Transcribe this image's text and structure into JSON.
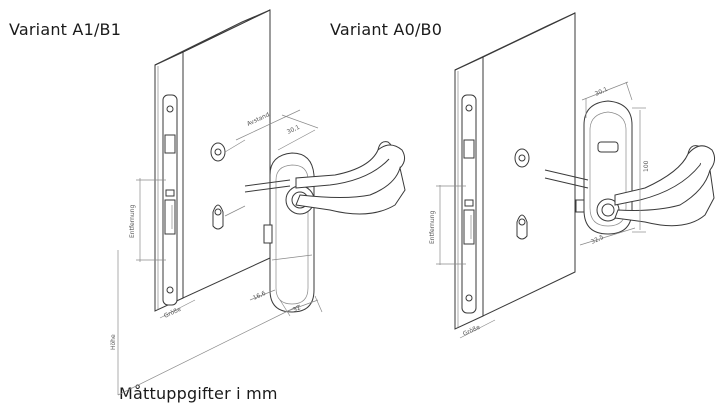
{
  "captions": {
    "variant_a1_b1": "Variant A1/B1",
    "variant_a0_b0": "Variant A0/B0",
    "dimensions_note": "Måttuppgifter i mm"
  },
  "drawing_labels": {
    "left": {
      "backset": "Avstand",
      "entfernung": "Entfernung",
      "hohe": "Höhe",
      "dim_top": "30,1",
      "dim_bottom": "32",
      "dim_small": "16,6",
      "grosse": "Größe"
    },
    "right": {
      "entfernung": "Entfernung",
      "dim_top": "30,1",
      "dim_side": "100",
      "dim_bottom": "32,5",
      "grosse": "Größe"
    }
  }
}
